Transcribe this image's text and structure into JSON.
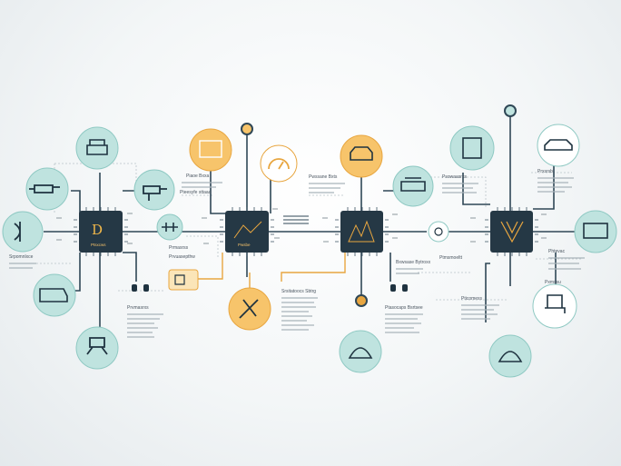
{
  "colors": {
    "teal": "#bfe3df",
    "teal_stroke": "#8fc9c3",
    "amber": "#f7c46b",
    "amber_stroke": "#e8a640",
    "chip": "#253845",
    "line": "#2f4756",
    "accent": "#e8a640",
    "dash": "#b8c3c8",
    "icon": "#1f3340"
  },
  "chips": [
    {
      "id": "chip-1",
      "glyph": "D",
      "label": "Ptsxcws"
    },
    {
      "id": "chip-2",
      "glyph": "",
      "label": "Pwsbe"
    },
    {
      "id": "chip-3",
      "glyph": "",
      "label": ""
    },
    {
      "id": "chip-4",
      "glyph": "",
      "label": ""
    }
  ],
  "nodes": [
    {
      "id": "node-car-seat",
      "icon": "car-seat-icon",
      "tone": "teal"
    },
    {
      "id": "node-engine-part",
      "icon": "engine-part-icon",
      "tone": "teal"
    },
    {
      "id": "node-drill",
      "icon": "drill-icon",
      "tone": "teal"
    },
    {
      "id": "node-light",
      "icon": "headlight-icon",
      "tone": "teal"
    },
    {
      "id": "node-vehicle",
      "icon": "vehicle-icon",
      "tone": "teal"
    },
    {
      "id": "node-robot",
      "icon": "robot-icon",
      "tone": "teal"
    },
    {
      "id": "node-valve",
      "icon": "valve-icon",
      "tone": "teal"
    },
    {
      "id": "node-document",
      "icon": "document-icon",
      "tone": "amber"
    },
    {
      "id": "node-gauge",
      "icon": "gauge-icon",
      "tone": "amber"
    },
    {
      "id": "node-wrench",
      "icon": "wrench-icon",
      "tone": "amber"
    },
    {
      "id": "node-vehicle-top",
      "icon": "vehicle-top-icon",
      "tone": "amber"
    },
    {
      "id": "node-machine",
      "icon": "machine-icon",
      "tone": "teal"
    },
    {
      "id": "node-sensor",
      "icon": "sensor-icon",
      "tone": "teal"
    },
    {
      "id": "node-helmet",
      "icon": "helmet-icon",
      "tone": "teal"
    },
    {
      "id": "node-panel",
      "icon": "panel-icon",
      "tone": "teal"
    },
    {
      "id": "node-car",
      "icon": "car-icon",
      "tone": "teal"
    },
    {
      "id": "node-monitor",
      "icon": "monitor-icon",
      "tone": "teal"
    },
    {
      "id": "node-seat",
      "icon": "seat-icon",
      "tone": "teal"
    },
    {
      "id": "node-helmet-2",
      "icon": "helmet-icon",
      "tone": "teal"
    }
  ],
  "labels": {
    "l1": "Piaoe Bxxa",
    "l2": "Pteesyfe sttaaa",
    "l3": "Pwssane Bxts",
    "l4": "Srpomnlxce",
    "l5": "Prmasrss",
    "l6": "Prvuasepthw",
    "l7": "Srsitatoocs Sbtrg",
    "l8": "Prvmasrxs",
    "l9": "Psowaasrxs",
    "l10": "Bxwsase Bytroxx",
    "l11": "Ptmsmoeltt",
    "l12": "Ptasocaps Bsrtsee",
    "l13": "Prxsrsbl",
    "l14": "Phtevac",
    "l15": "Pticomexs",
    "l16": "Pxmssu"
  }
}
